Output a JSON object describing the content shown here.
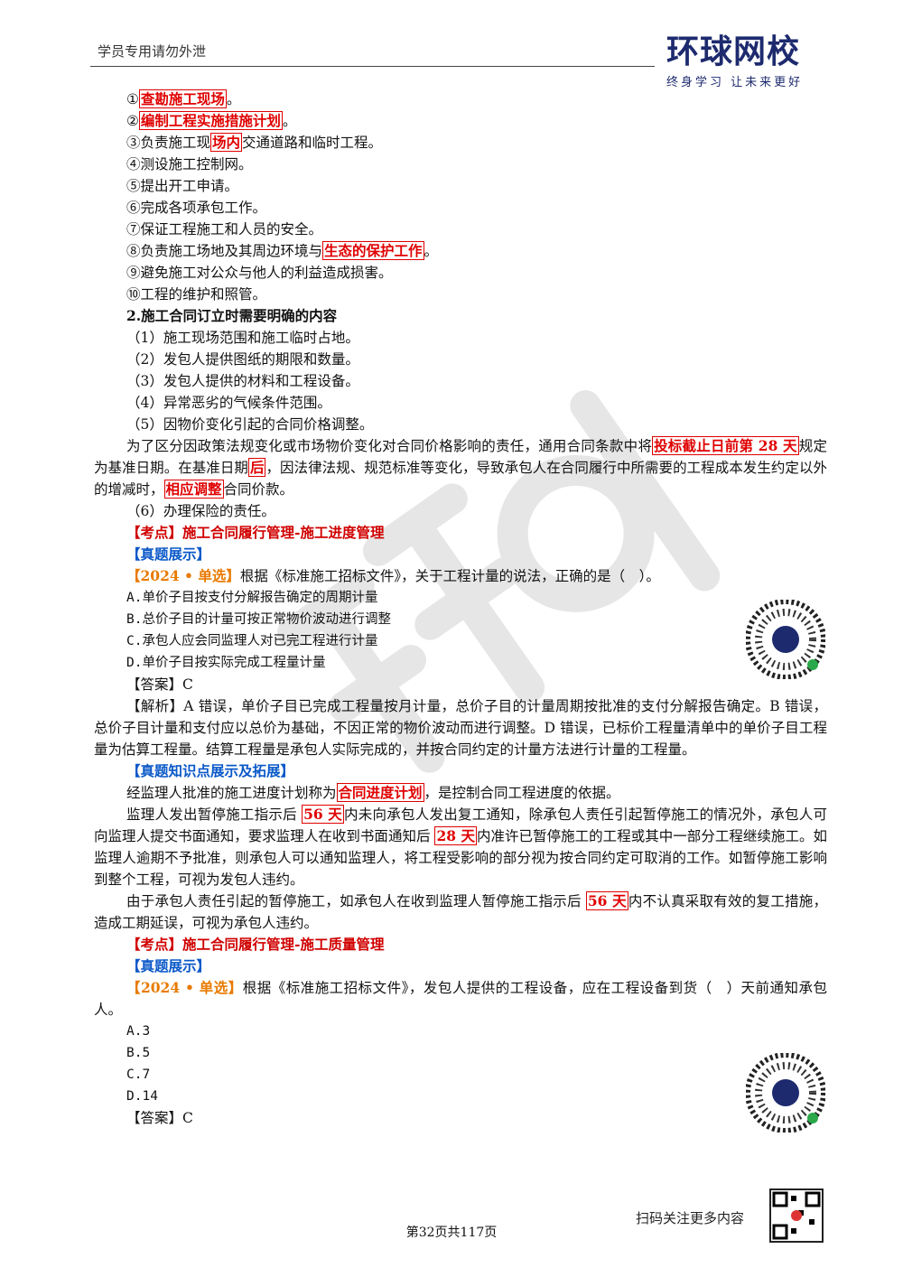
{
  "header": {
    "left_text": "学员专用请勿外泄",
    "logo_main": "环球网校",
    "logo_sub": "终身学习 让未来更好"
  },
  "list1": [
    {
      "pre": "①",
      "hl": "查勘施工现场",
      "post": "。"
    },
    {
      "pre": "②",
      "hl": "编制工程实施措施计划",
      "post": "。"
    },
    {
      "pre": "③负责施工现",
      "hl": "场内",
      "post": "交通道路和临时工程。"
    },
    {
      "pre": "④测设施工控制网。"
    },
    {
      "pre": "⑤提出开工申请。"
    },
    {
      "pre": "⑥完成各项承包工作。"
    },
    {
      "pre": "⑦保证工程施工和人员的安全。"
    },
    {
      "pre": "⑧负责施工场地及其周边环境与",
      "hl": "生态的保护工作",
      "post": "。"
    },
    {
      "pre": "⑨避免施工对公众与他人的利益造成损害。"
    },
    {
      "pre": "⑩工程的维护和照管。"
    }
  ],
  "section2_title": "2.施工合同订立时需要明确的内容",
  "list2": [
    "（1）施工现场范围和施工临时占地。",
    "（2）发包人提供图纸的期限和数量。",
    "（3）发包人提供的材料和工程设备。",
    "（4）异常恶劣的气候条件范围。",
    "（5）因物价变化引起的合同价格调整。"
  ],
  "para_base": {
    "t1": "为了区分因政策法规变化或市场物价变化对合同价格影响的责任，通用合同条款中将",
    "hl1": "投标截止日前第 28 天",
    "t2": "规定为基准日期。在基准日期",
    "hl2": "后",
    "t3": "，因法律法规、规范标准等变化，导致承包人在合同履行中所需要的工程成本发生约定以外的增减时，",
    "hl3": "相应调整",
    "t4": "合同价款。"
  },
  "item6": "（6）办理保险的责任。",
  "kd1": {
    "tag": "【考点】",
    "text": "施工合同履行管理-施工进度管理"
  },
  "zt1": "【真题展示】",
  "q1": {
    "tag": "【2024 • 单选】",
    "stem": "根据《标准施工招标文件》，关于工程计量的说法，正确的是（　）。",
    "options": [
      "A.单价子目按支付分解报告确定的周期计量",
      "B.总价子目的计量可按正常物价波动进行调整",
      "C.承包人应会同监理人对已完工程进行计量",
      "D.单价子目按实际完成工程量计量"
    ],
    "answer": "【答案】C",
    "analysis": "【解析】A 错误，单价子目已完成工程量按月计量，总价子目的计量周期按批准的支付分解报告确定。B 错误，总价子目计量和支付应以总价为基础，不因正常的物价波动而进行调整。D 错误，已标价工程量清单中的单价子目工程量为估算工程量。结算工程量是承包人实际完成的，并按合同约定的计量方法进行计量的工程量。"
  },
  "ext1": {
    "title": "【真题知识点展示及拓展】",
    "p1": {
      "t1": "经监理人批准的施工进度计划称为",
      "hl": "合同进度计划",
      "t2": "，是控制合同工程进度的依据。"
    },
    "p2": {
      "t1": "监理人发出暂停施工指示后 ",
      "hl1": "56 天",
      "t2": "内未向承包人发出复工通知，除承包人责任引起暂停施工的情况外，承包人可向监理人提交书面通知，要求监理人在收到书面通知后 ",
      "hl2": "28 天",
      "t3": "内准许已暂停施工的工程或其中一部分工程继续施工。如监理人逾期不予批准，则承包人可以通知监理人，将工程受影响的部分视为按合同约定可取消的工作。如暂停施工影响到整个工程，可视为发包人违约。"
    },
    "p3": {
      "t1": "由于承包人责任引起的暂停施工，如承包人在收到监理人暂停施工指示后 ",
      "hl": "56 天",
      "t2": "内不认真采取有效的复工措施，造成工期延误，可视为承包人违约。"
    }
  },
  "kd2": {
    "tag": "【考点】",
    "text": "施工合同履行管理-施工质量管理"
  },
  "zt2": "【真题展示】",
  "q2": {
    "tag": "【2024 • 单选】",
    "stem": "根据《标准施工招标文件》，发包人提供的工程设备，应在工程设备到货（　）天前通知承包人。",
    "options": [
      "A.3",
      "B.5",
      "C.7",
      "D.14"
    ],
    "answer": "【答案】C"
  },
  "footer": {
    "page": "第32页共117页",
    "scan": "扫码关注更多内容"
  },
  "colors": {
    "highlight": "#e00000",
    "tag_blue": "#0a58c8",
    "tag_orange": "#e87a00",
    "brand": "#1d2a6e"
  }
}
